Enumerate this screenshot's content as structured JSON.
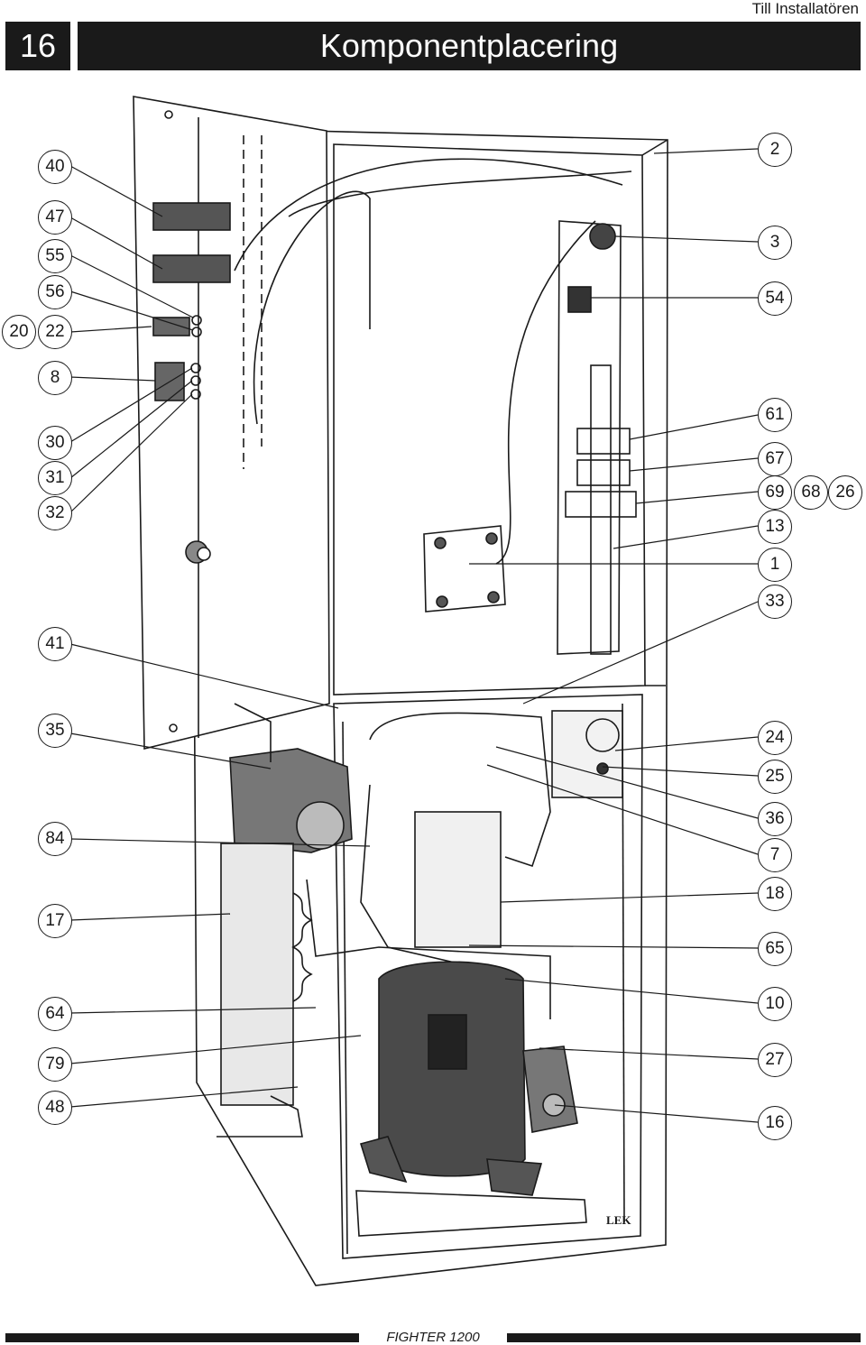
{
  "header": {
    "audience": "Till Installatören",
    "page_number": "16",
    "title": "Komponentplacering"
  },
  "footer": {
    "product": "FIGHTER 1200"
  },
  "brand_mark": "LEK",
  "callouts": {
    "c40": "40",
    "c47": "47",
    "c55": "55",
    "c56": "56",
    "c20": "20",
    "c22": "22",
    "c8": "8",
    "c30": "30",
    "c31": "31",
    "c32": "32",
    "c41": "41",
    "c35": "35",
    "c84": "84",
    "c17": "17",
    "c64": "64",
    "c79": "79",
    "c48": "48",
    "c2": "2",
    "c3": "3",
    "c54": "54",
    "c61": "61",
    "c67": "67",
    "c69": "69",
    "c68": "68",
    "c26": "26",
    "c13": "13",
    "c1": "1",
    "c33": "33",
    "c24": "24",
    "c25": "25",
    "c36": "36",
    "c7": "7",
    "c18": "18",
    "c65": "65",
    "c10": "10",
    "c27": "27",
    "c16": "16"
  }
}
